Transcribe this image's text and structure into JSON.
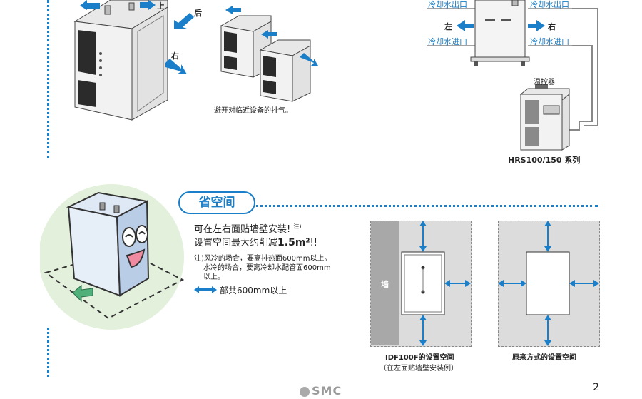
{
  "top_left": {
    "dir_up": "上",
    "dir_back": "后",
    "dir_right": "右",
    "caption": "避开对临近设备的排气。"
  },
  "top_right": {
    "outlet_left": "冷却水出口",
    "outlet_right": "冷却水出口",
    "inlet_left": "冷却水进口",
    "inlet_right": "冷却水进口",
    "dir_left": "左",
    "dir_right": "右",
    "controller_label": "温控器",
    "series_label": "HRS100/150 系列"
  },
  "space_section": {
    "badge": "省空间",
    "line1": "可在左右面贴墙壁安装!",
    "line1_note": "注)",
    "line2_prefix": "设置空间最大约削减",
    "line2_value": "1.5m²",
    "line2_suffix": "!!",
    "note_line1": "注)风冷的场合，要离排热面600mm以上。",
    "note_line2": "水冷的场合，要离冷却水配管面600mm",
    "note_line3": "以上。",
    "legend": "部共600mm以上"
  },
  "diagrams": {
    "left_wall_label": "墙",
    "left_caption1": "IDF100F的设置空间",
    "left_caption2": "（在左面贴墙壁安装例）",
    "right_caption": "原来方式的设置空间"
  },
  "footer": {
    "logo": "SMC",
    "page": "2"
  },
  "colors": {
    "accent": "#1a7fc8",
    "grey_room": "#dcdcdc",
    "wall": "#a8a8a8",
    "circle_bg": "#e3f0dc"
  }
}
